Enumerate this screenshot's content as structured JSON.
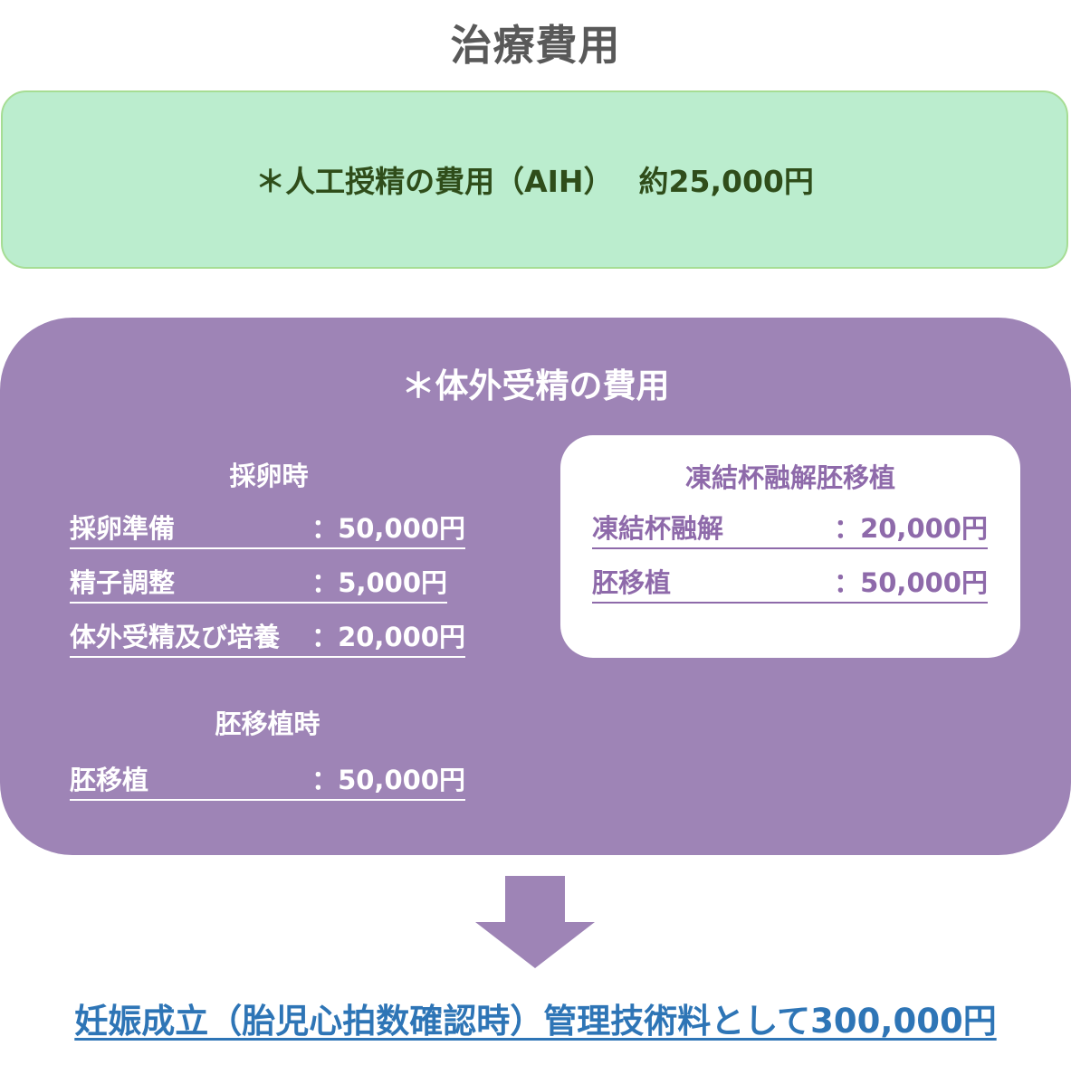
{
  "title": "治療費用",
  "aih": {
    "label": "＊人工授精の費用（AIH）　 約25,000円"
  },
  "ivf": {
    "title": "＊体外受精の費用",
    "retrieval": {
      "heading": "採卵時",
      "items": [
        {
          "label": "採卵準備",
          "value": "：50,000円"
        },
        {
          "label": "精子調整",
          "value": "：5,000円"
        },
        {
          "label": "体外受精及び培養",
          "value": "：20,000円"
        }
      ]
    },
    "transfer": {
      "heading": "胚移植時",
      "items": [
        {
          "label": "胚移植",
          "value": "：50,000円"
        }
      ]
    },
    "frozen": {
      "heading": "凍結杯融解胚移植",
      "items": [
        {
          "label": "凍結杯融解",
          "value": "：20,000円"
        },
        {
          "label": "胚移植",
          "value": "：50,000円"
        }
      ]
    }
  },
  "pregnancy_fee": "妊娠成立（胎児心拍数確認時）管理技術料として300,000円",
  "colors": {
    "aih_bg": "#bbedce",
    "aih_text": "#2f4d1a",
    "ivf_bg": "#9e84b6",
    "frozen_text": "#8e6aaa",
    "link_blue": "#2e75b6",
    "title_gray": "#595959"
  }
}
